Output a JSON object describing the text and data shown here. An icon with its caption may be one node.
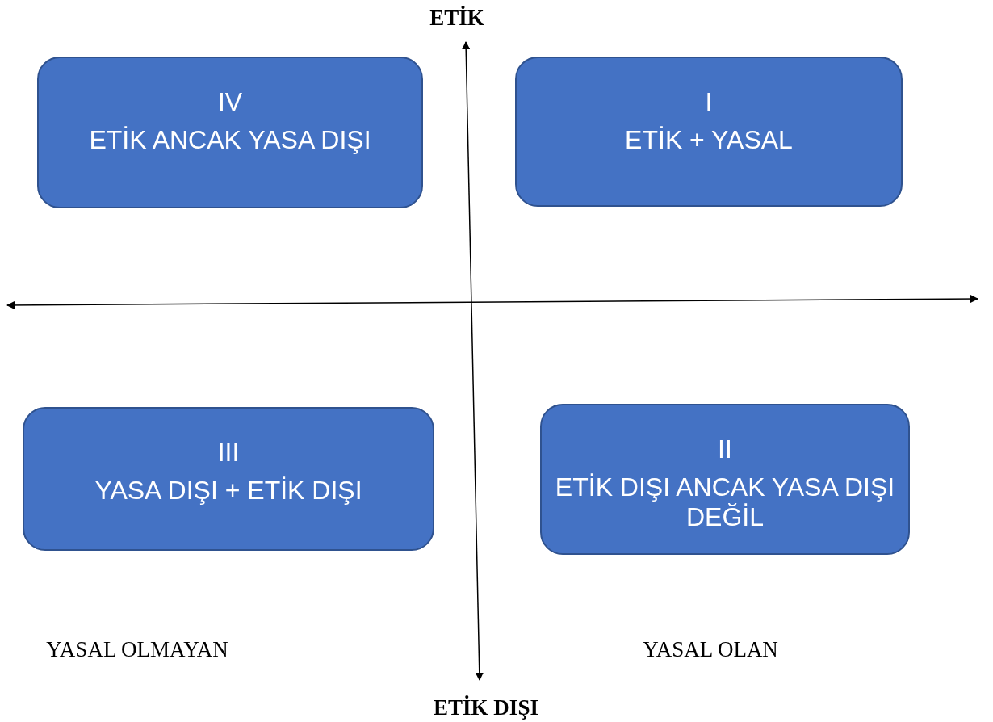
{
  "diagram": {
    "nodes": [
      {
        "text": [
          "IV",
          "ETİK ANCAK YASA DIŞI"
        ]
      },
      {
        "text": [
          "I",
          "ETİK + YASAL"
        ]
      },
      {
        "text": [
          "III",
          "YASA DIŞI + ETİK DIŞI"
        ]
      },
      {
        "text": [
          "II",
          "ETİK DIŞI ANCAK YASA DIŞI DEĞİL"
        ]
      }
    ],
    "labels": [
      "ETİK",
      "YASAL OLMAYAN",
      "YASAL OLAN",
      "ETİK DIŞI"
    ]
  }
}
